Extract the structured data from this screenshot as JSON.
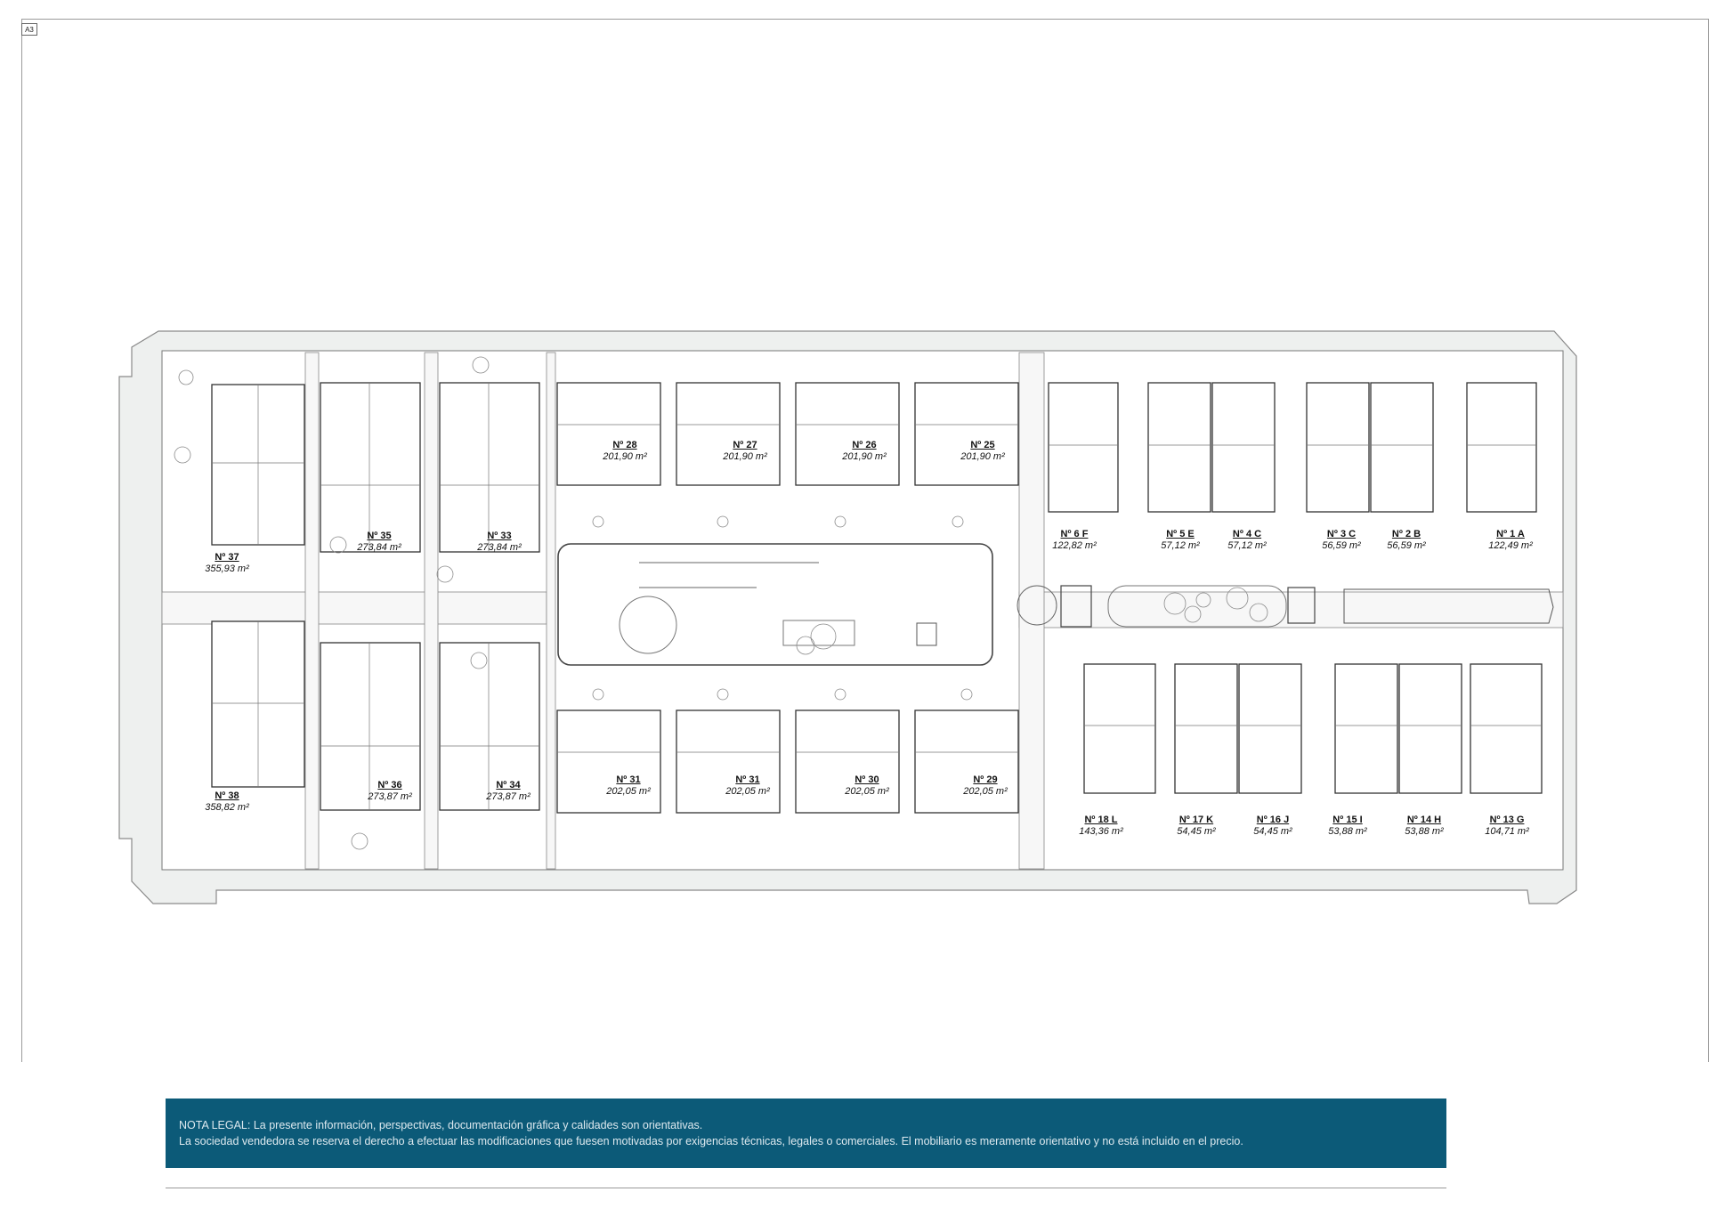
{
  "sheet": {
    "tag": "A3"
  },
  "units": [
    {
      "id": "u37",
      "number": "Nº 37",
      "area": "355,93 m²"
    },
    {
      "id": "u35",
      "number": "Nº 35",
      "area": "273,84 m²"
    },
    {
      "id": "u33",
      "number": "Nº 33",
      "area": "273,84 m²"
    },
    {
      "id": "u28",
      "number": "Nº 28",
      "area": "201,90 m²"
    },
    {
      "id": "u27",
      "number": "Nº 27",
      "area": "201,90 m²"
    },
    {
      "id": "u26",
      "number": "Nº 26",
      "area": "201,90 m²"
    },
    {
      "id": "u25",
      "number": "Nº 25",
      "area": "201,90 m²"
    },
    {
      "id": "u6f",
      "number": "Nº 6 F",
      "area": "122,82 m²"
    },
    {
      "id": "u5e",
      "number": "Nº 5 E",
      "area": "57,12 m²"
    },
    {
      "id": "u4c",
      "number": "Nº 4 C",
      "area": "57,12 m²"
    },
    {
      "id": "u3c",
      "number": "Nº 3 C",
      "area": "56,59 m²"
    },
    {
      "id": "u2b",
      "number": "Nº 2 B",
      "area": "56,59 m²"
    },
    {
      "id": "u1a",
      "number": "Nº 1 A",
      "area": "122,49 m²"
    },
    {
      "id": "u38",
      "number": "Nº 38",
      "area": "358,82 m²"
    },
    {
      "id": "u36",
      "number": "Nº 36",
      "area": "273,87 m²"
    },
    {
      "id": "u34",
      "number": "Nº 34",
      "area": "273,87 m²"
    },
    {
      "id": "u31a",
      "number": "Nº 31",
      "area": "202,05 m²"
    },
    {
      "id": "u31b",
      "number": "Nº 31",
      "area": "202,05 m²"
    },
    {
      "id": "u30",
      "number": "Nº 30",
      "area": "202,05 m²"
    },
    {
      "id": "u29",
      "number": "Nº 29",
      "area": "202,05 m²"
    },
    {
      "id": "u18l",
      "number": "Nº 18 L",
      "area": "143,36 m²"
    },
    {
      "id": "u17k",
      "number": "Nº 17 K",
      "area": "54,45 m²"
    },
    {
      "id": "u16j",
      "number": "Nº 16 J",
      "area": "54,45 m²"
    },
    {
      "id": "u15i",
      "number": "Nº 15 I",
      "area": "53,88 m²"
    },
    {
      "id": "u14h",
      "number": "Nº 14 H",
      "area": "53,88 m²"
    },
    {
      "id": "u13g",
      "number": "Nº 13 G",
      "area": "104,71 m²"
    }
  ],
  "legal": {
    "line1": "NOTA LEGAL: La presente información, perspectivas, documentación gráfica y calidades son orientativas.",
    "line2": "La sociedad vendedora se reserva el derecho a efectuar las modificaciones que fuesen motivadas por exigencias técnicas, legales o comerciales. El mobiliario es meramente orientativo y no está incluido en el precio."
  },
  "colors": {
    "legal_background": "#0c5a78",
    "plan_fill": "#eef0ef",
    "plan_line": "#555555"
  }
}
